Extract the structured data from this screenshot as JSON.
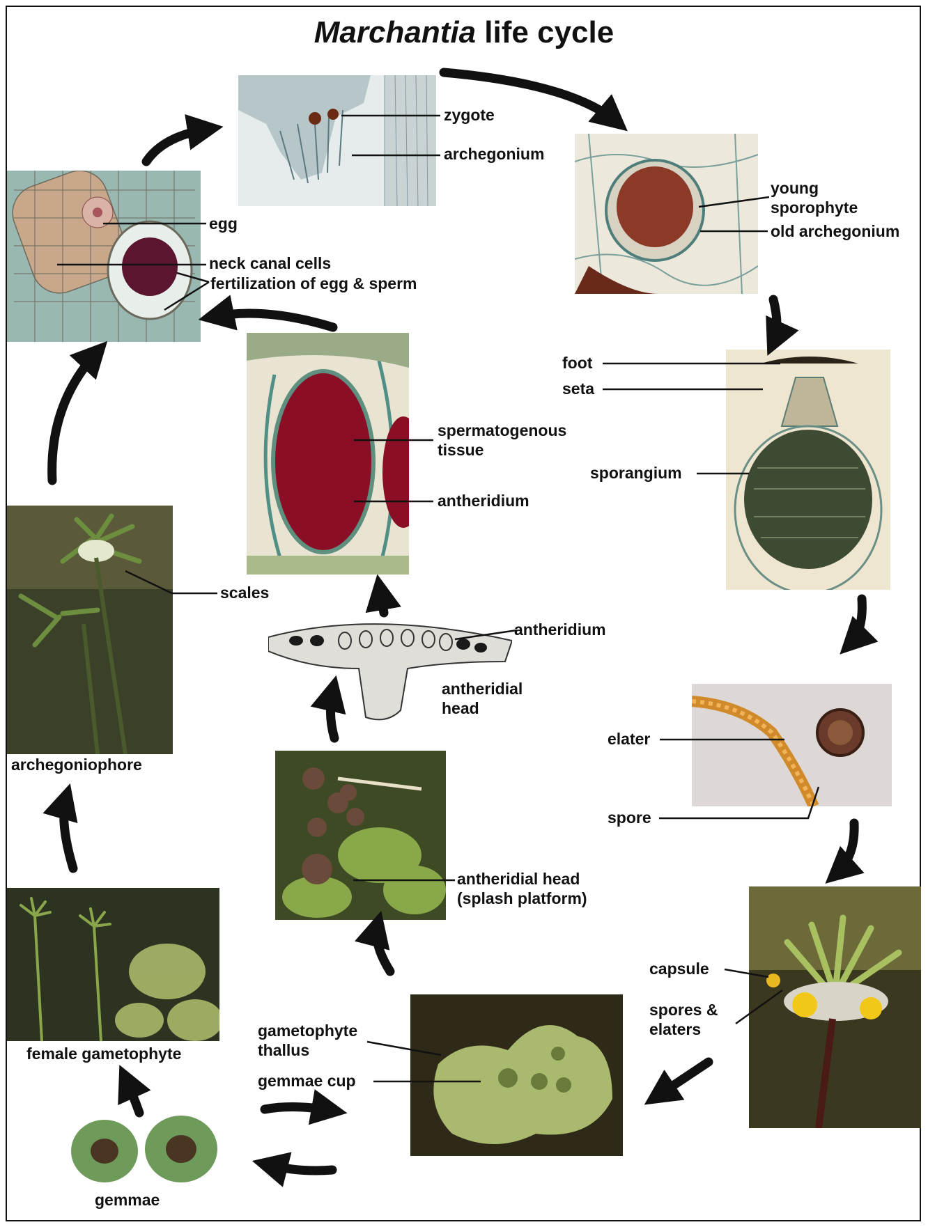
{
  "title": {
    "italic": "Marchantia",
    "rest": " life cycle"
  },
  "labels": {
    "zygote": "zygote",
    "archegonium": "archegonium",
    "young_sporophyte_1": "young",
    "young_sporophyte_2": "sporophyte",
    "old_archegonium": "old archegonium",
    "egg": "egg",
    "neck_canal_cells": "neck canal cells",
    "fertilization": "fertilization  of egg & sperm",
    "foot": "foot",
    "seta": "seta",
    "sporangium": "sporangium",
    "spermatogenous_1": "spermatogenous",
    "spermatogenous_2": "tissue",
    "antheridium_1": "antheridium",
    "scales": "scales",
    "antheridium_2": "antheridium",
    "antheridial_head_1": "antheridial",
    "antheridial_head_2": "head",
    "elater": "elater",
    "archegoniophore": "archegoniophore",
    "spore": "spore",
    "antheridial_head_splash_1": "antheridial head",
    "antheridial_head_splash_2": "(splash platform)",
    "capsule": "capsule",
    "spores_elaters_1": "spores &",
    "spores_elaters_2": "elaters",
    "gametophyte_thallus_1": "gametophyte",
    "gametophyte_thallus_2": "thallus",
    "gemmae_cup": "gemmae cup",
    "female_gametophyte": "female gametophyte",
    "gemmae": "gemmae"
  },
  "colors": {
    "arrow": "#111111",
    "tissue_green": "#6f9c8a",
    "stain_red": "#8a1020",
    "plant_green": "#7fa04a",
    "background_photo": "#2f3a22"
  }
}
